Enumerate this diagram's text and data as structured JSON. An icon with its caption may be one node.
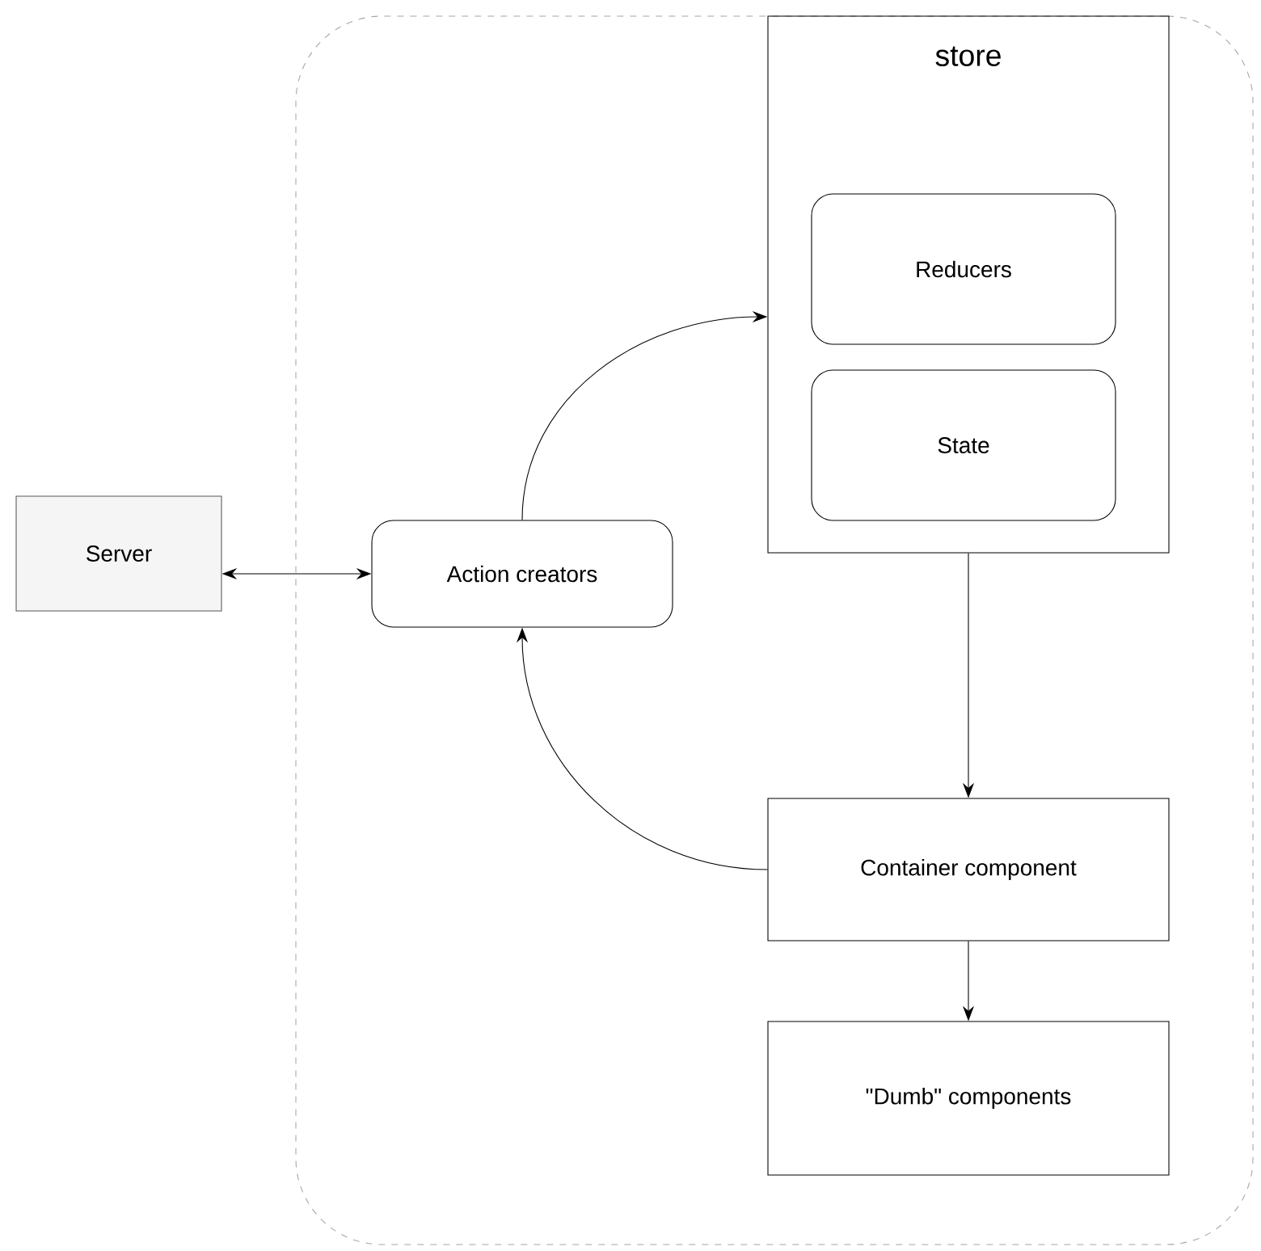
{
  "diagram": {
    "nodes": [
      {
        "text": [],
        "shape": "box"
      },
      {
        "text": [
          "Server"
        ]
      },
      {
        "text": [
          "Action creators"
        ],
        "in": 0
      },
      {
        "text": [
          "store"
        ],
        "in": 0
      },
      {
        "text": [
          "Reducers"
        ],
        "in": 3
      },
      {
        "text": [
          "State"
        ],
        "in": 3
      },
      {
        "text": [
          "Container component"
        ],
        "in": 0
      },
      {
        "text": [
          "\"Dumb\" components"
        ],
        "in": 0
      }
    ],
    "edges": [
      {
        "from": 1,
        "to": 2,
        "arrow": "both"
      },
      {
        "from": 2,
        "to": 3,
        "arrow": "to"
      },
      {
        "from": 3,
        "to": 6,
        "arrow": "to"
      },
      {
        "from": 6,
        "to": 2,
        "arrow": "to"
      },
      {
        "from": 6,
        "to": 7,
        "arrow": "to"
      }
    ]
  }
}
